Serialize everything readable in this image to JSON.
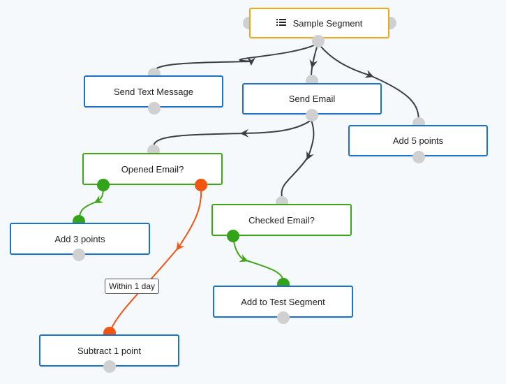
{
  "nodes": {
    "sample_segment": "Sample Segment",
    "send_text": "Send Text Message",
    "send_email": "Send Email",
    "add_5": "Add 5 points",
    "opened_email": "Opened Email?",
    "checked_email": "Checked Email?",
    "add_3": "Add 3 points",
    "add_test_segment": "Add to Test Segment",
    "subtract_1": "Subtract 1 point"
  },
  "decision_labels": {
    "within_1_day": "Within 1 day"
  },
  "icons": {
    "segment": "list-icon"
  },
  "colors": {
    "background": "#f5f9fc",
    "action_border": "#1a73c9",
    "trigger_border": "#e8aa1f",
    "condition_border": "#3fa61a",
    "yes_path": "#3fa61a",
    "no_path": "#f25411",
    "edge": "#3b3f45",
    "port": "#d0d0d0"
  }
}
